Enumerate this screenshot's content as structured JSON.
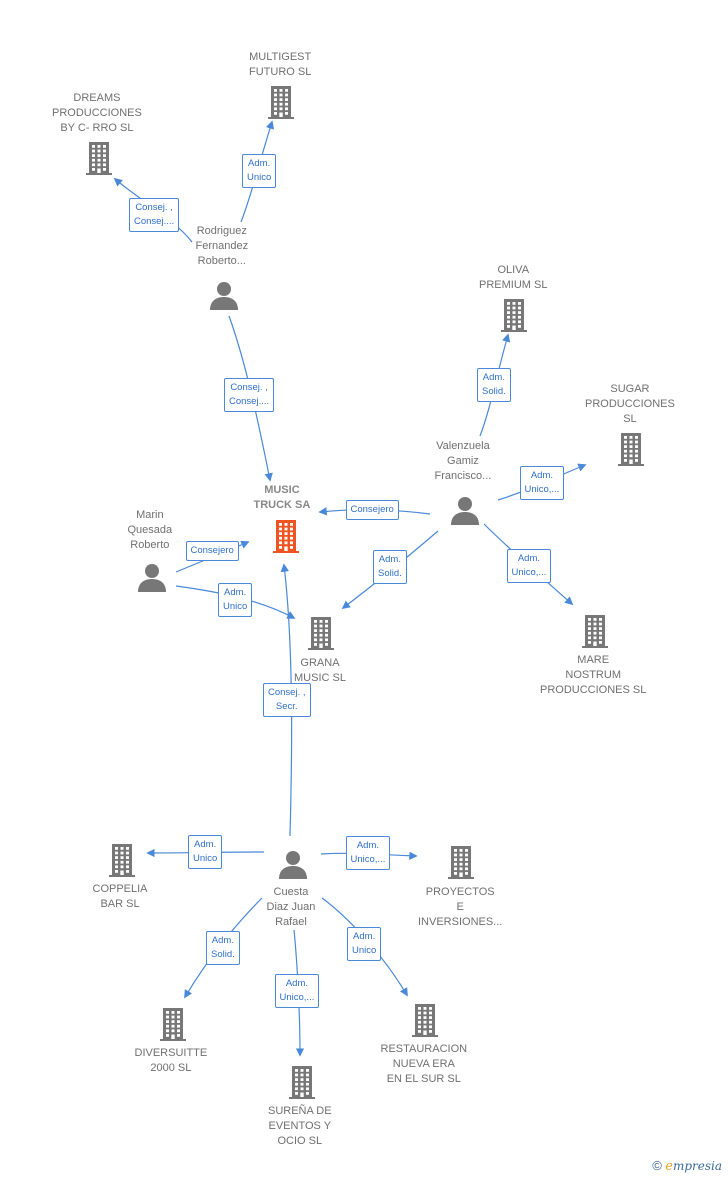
{
  "colors": {
    "edge": "#4a88d8",
    "company_icon": "#777777",
    "main_icon": "#ee5522",
    "person_icon": "#777777",
    "label_text": "#707070",
    "edge_label_text": "#2f6fc9"
  },
  "nodes": [
    {
      "id": "music_truck",
      "type": "company",
      "main": true,
      "label": [
        "MUSIC",
        "TRUCK SA"
      ]
    },
    {
      "id": "multigest",
      "type": "company",
      "label": [
        "MULTIGEST",
        "FUTURO SL"
      ]
    },
    {
      "id": "dreams",
      "type": "company",
      "label": [
        "DREAMS",
        "PRODUCCIONES",
        "BY C- RRO  SL"
      ]
    },
    {
      "id": "rodriguez",
      "type": "person",
      "label": [
        "Rodriguez",
        "Fernandez",
        "Roberto..."
      ]
    },
    {
      "id": "oliva",
      "type": "company",
      "label": [
        "OLIVA",
        "PREMIUM  SL"
      ]
    },
    {
      "id": "sugar",
      "type": "company",
      "label": [
        "SUGAR",
        "PRODUCCIONES",
        "SL"
      ]
    },
    {
      "id": "valenzuela",
      "type": "person",
      "label": [
        "Valenzuela",
        "Gamiz",
        "Francisco..."
      ]
    },
    {
      "id": "marin",
      "type": "person",
      "label": [
        "Marin",
        "Quesada",
        "Roberto"
      ]
    },
    {
      "id": "grana",
      "type": "company",
      "label": [
        "GRANA",
        "MUSIC SL"
      ]
    },
    {
      "id": "mare",
      "type": "company",
      "label": [
        "MARE",
        "NOSTRUM",
        "PRODUCCIONES SL"
      ]
    },
    {
      "id": "cuesta",
      "type": "person",
      "label": [
        "Cuesta",
        "Diaz Juan",
        "Rafael"
      ]
    },
    {
      "id": "coppelia",
      "type": "company",
      "label": [
        "COPPELIA",
        "BAR SL"
      ]
    },
    {
      "id": "proyectos",
      "type": "company",
      "label": [
        "PROYECTOS",
        "E",
        "INVERSIONES..."
      ]
    },
    {
      "id": "diversuitte",
      "type": "company",
      "label": [
        "DIVERSUITTE",
        "2000  SL"
      ]
    },
    {
      "id": "surena",
      "type": "company",
      "label": [
        "SUREÑA DE",
        "EVENTOS Y",
        "OCIO  SL"
      ]
    },
    {
      "id": "restauracion",
      "type": "company",
      "label": [
        "RESTAURACION",
        "NUEVA ERA",
        "EN EL SUR  SL"
      ]
    }
  ],
  "edges": [
    {
      "id": "e1",
      "from": "rodriguez",
      "to": "multigest",
      "label": [
        "Adm.",
        "Unico"
      ]
    },
    {
      "id": "e2",
      "from": "rodriguez",
      "to": "dreams",
      "label": [
        "Consej. ,",
        "Consej...."
      ]
    },
    {
      "id": "e3",
      "from": "rodriguez",
      "to": "music_truck",
      "label": [
        "Consej. ,",
        "Consej...."
      ]
    },
    {
      "id": "e4",
      "from": "valenzuela",
      "to": "oliva",
      "label": [
        "Adm.",
        "Solid."
      ]
    },
    {
      "id": "e5",
      "from": "valenzuela",
      "to": "sugar",
      "label": [
        "Adm.",
        "Unico,..."
      ]
    },
    {
      "id": "e6",
      "from": "valenzuela",
      "to": "music_truck",
      "label": [
        "Consejero"
      ]
    },
    {
      "id": "e7",
      "from": "valenzuela",
      "to": "grana",
      "label": [
        "Adm.",
        "Solid."
      ]
    },
    {
      "id": "e8",
      "from": "valenzuela",
      "to": "mare",
      "label": [
        "Adm.",
        "Unico,..."
      ]
    },
    {
      "id": "e9",
      "from": "marin",
      "to": "music_truck",
      "label": [
        "Consejero"
      ]
    },
    {
      "id": "e10",
      "from": "marin",
      "to": "grana",
      "label": [
        "Adm.",
        "Unico"
      ]
    },
    {
      "id": "e11",
      "from": "cuesta",
      "to": "music_truck",
      "label": [
        "Consej. ,",
        "Secr."
      ]
    },
    {
      "id": "e12",
      "from": "cuesta",
      "to": "coppelia",
      "label": [
        "Adm.",
        "Unico"
      ]
    },
    {
      "id": "e13",
      "from": "cuesta",
      "to": "proyectos",
      "label": [
        "Adm.",
        "Unico,..."
      ]
    },
    {
      "id": "e14",
      "from": "cuesta",
      "to": "diversuitte",
      "label": [
        "Adm.",
        "Solid."
      ]
    },
    {
      "id": "e15",
      "from": "cuesta",
      "to": "surena",
      "label": [
        "Adm.",
        "Unico,..."
      ]
    },
    {
      "id": "e16",
      "from": "cuesta",
      "to": "restauracion",
      "label": [
        "Adm.",
        "Unico"
      ]
    }
  ],
  "copyright": {
    "symbol": "©",
    "brand_first": "e",
    "brand_rest": "mpresia"
  }
}
